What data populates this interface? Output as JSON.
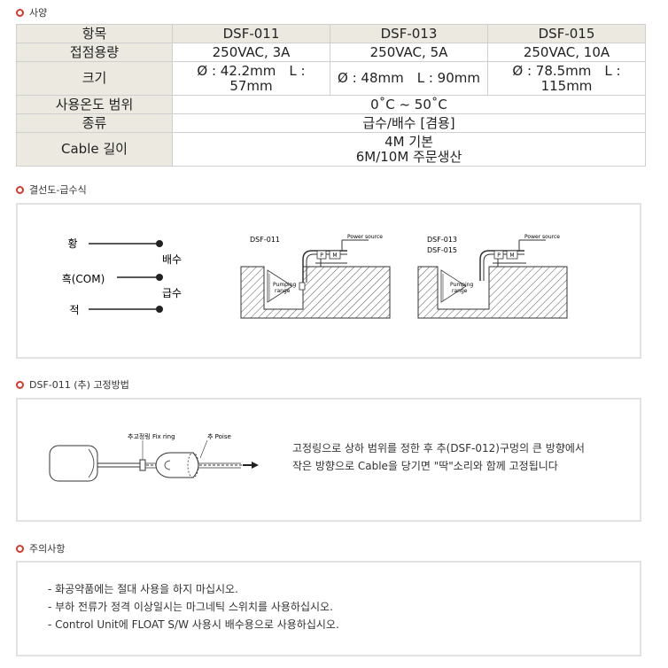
{
  "sections": {
    "spec": "사양",
    "wiring": "결선도-급수식",
    "fixing": "DSF-011 (추) 고정방법",
    "caution": "주의사항"
  },
  "spec_table": {
    "header": [
      "항목",
      "DSF-011",
      "DSF-013",
      "DSF-015"
    ],
    "contact_capacity": {
      "label": "접점용량",
      "values": [
        "250VAC, 3A",
        "250VAC, 5A",
        "250VAC, 10A"
      ]
    },
    "size": {
      "label": "크기",
      "values": [
        {
          "line1": "Ø : 42.2mm　L :",
          "line2": "57mm"
        },
        {
          "line1": "Ø : 48mm　L : 90mm",
          "line2": ""
        },
        {
          "line1": "Ø : 78.5mm　L :",
          "line2": "115mm"
        }
      ]
    },
    "temp_range": {
      "label": "사용온도 범위",
      "value": "0˚C ~ 50˚C"
    },
    "type": {
      "label": "종류",
      "value": "급수/배수 [겸용]"
    },
    "cable": {
      "label": "Cable 길이",
      "line1": "4M 기본",
      "line2": "6M/10M 주문생산"
    }
  },
  "wiring": {
    "wire_yellow": "황",
    "wire_black": "흑(COM)",
    "wire_red": "적",
    "drain": "배수",
    "supply": "급수",
    "diagram1_title": "DSF-011",
    "diagram2_title_a": "DSF-013",
    "diagram2_title_b": "DSF-015",
    "power_source": "Power source",
    "pumping_range_a": "Pumping",
    "pumping_range_b": "range",
    "pump_p": "P",
    "pump_m": "M"
  },
  "fixing": {
    "fix_ring": "추고정링 Fix ring",
    "poise": "추 Poise",
    "desc_line1": "고정링으로 상하 범위를 정한 후 추(DSF-012)구멍의 큰 방향에서",
    "desc_line2": "작은 방향으로 Cable을 당기면 \"딱\"소리와 함께 고정됩니다"
  },
  "caution": [
    "- 화공약품에는 절대 사용을 하지 마십시오.",
    "- 부하 전류가 정격 이상일시는 마그네틱 스위치를 사용하십시오.",
    "- Control Unit에 FLOAT S/W 사용시 배수용으로 사용하십시오."
  ],
  "colors": {
    "accent": "#d23a2f",
    "table_head": "#ece9e1",
    "border": "#cfcfcf"
  }
}
